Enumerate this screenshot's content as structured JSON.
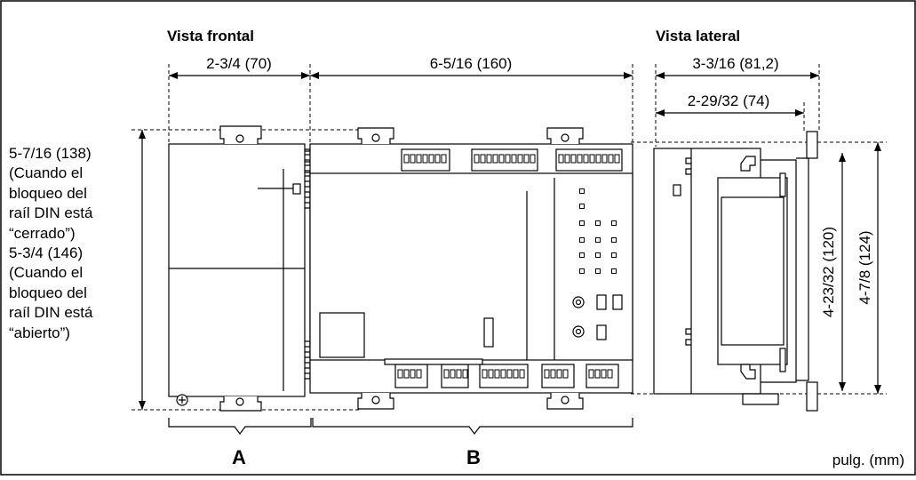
{
  "views": {
    "front_title": "Vista frontal",
    "side_title": "Vista lateral"
  },
  "dimensions": {
    "front_width_a": "2-3/4 (70)",
    "front_width_b": "6-5/16 (160)",
    "side_depth_total": "3-3/16 (81,2)",
    "side_depth_body": "2-29/32 (74)",
    "height_closed_value": "5-7/16 (138)",
    "height_closed_note": [
      "(Cuando el",
      "bloqueo del",
      "raíl DIN está",
      "“cerrado”)"
    ],
    "height_open_value": "5-3/4 (146)",
    "height_open_note": [
      "(Cuando el",
      "bloqueo del",
      "raíl DIN está",
      "“abierto”)"
    ],
    "side_height_body": "4-23/32 (120)",
    "side_height_total": "4-7/8 (124)"
  },
  "parts": {
    "a_label": "A",
    "b_label": "B"
  },
  "units": "pulg. (mm)"
}
